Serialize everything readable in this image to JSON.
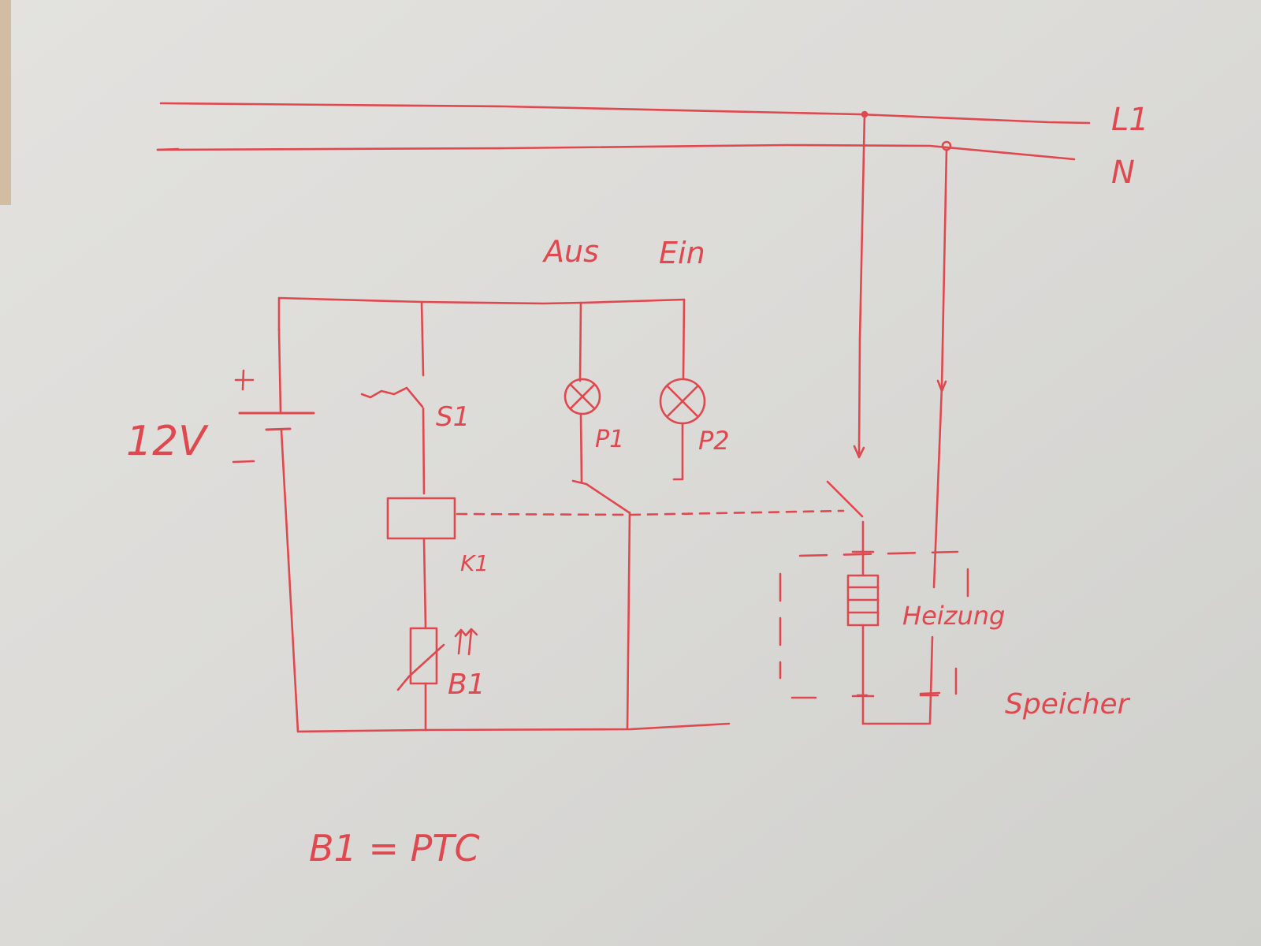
{
  "diagram": {
    "ink_color": "#e0484f",
    "paper_color": "#dcdbd8",
    "labels": {
      "phase": "L1",
      "neutral": "N",
      "off_lamp": "Aus",
      "on_lamp": "Ein",
      "voltage": "12V",
      "plus": "+",
      "minus": "−",
      "switch": "S1",
      "lamp1": "P1",
      "lamp2": "P2",
      "relay": "K1",
      "sensor": "B1",
      "heater": "Heizung",
      "tank": "Speicher",
      "legend": "B1 = PTC"
    }
  }
}
